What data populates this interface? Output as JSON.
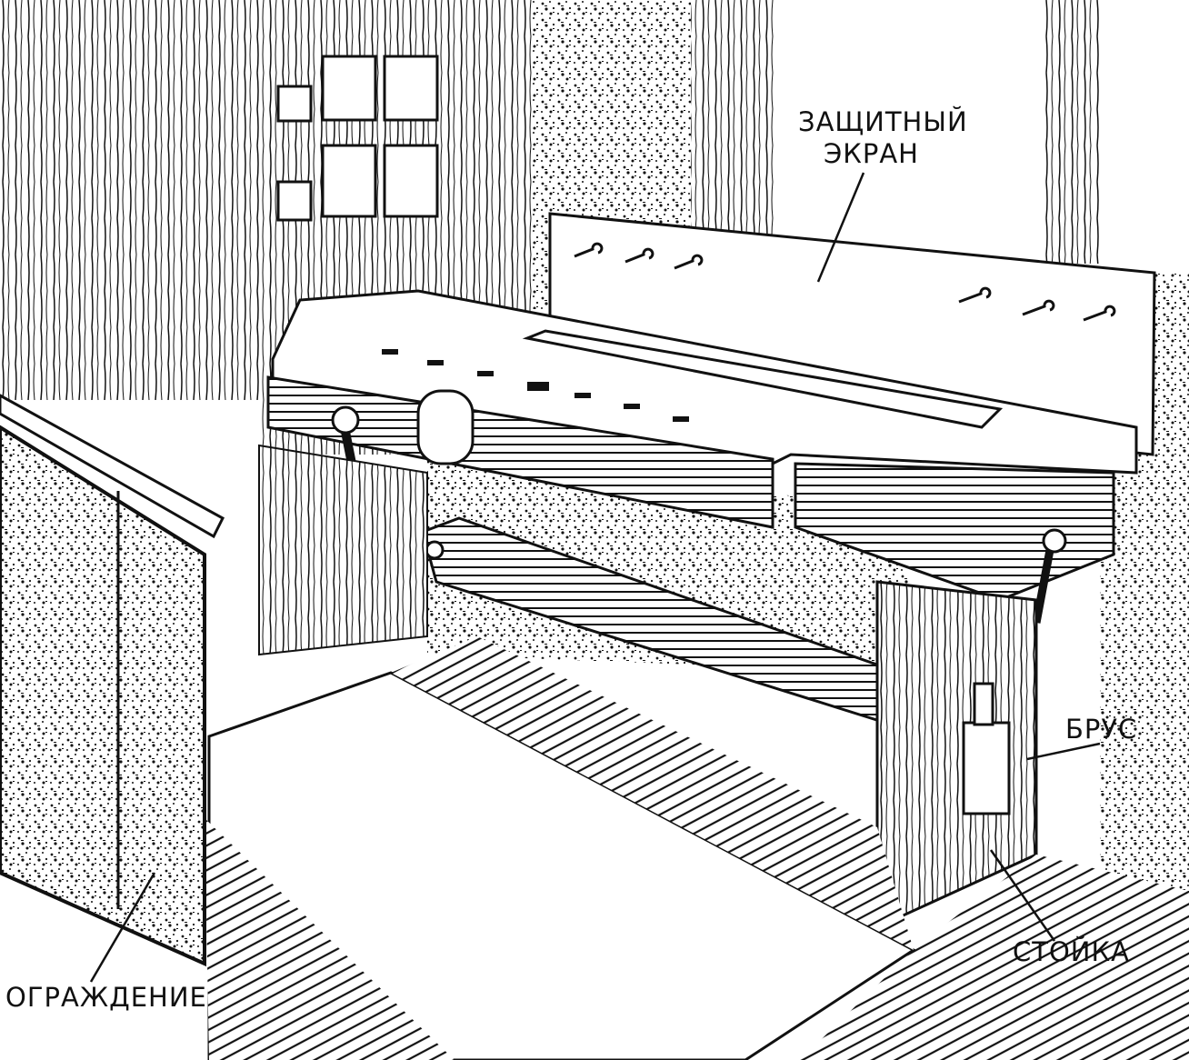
{
  "labels": {
    "protective_screen": [
      "ЗАЩИТНЫЙ",
      "ЭКРАН"
    ],
    "bar": "БРУС",
    "post": "СТОЙКА",
    "fence": "ОГРАЖДЕНИЕ"
  },
  "colors": {
    "ink": "#111111",
    "paper": "#ffffff"
  }
}
